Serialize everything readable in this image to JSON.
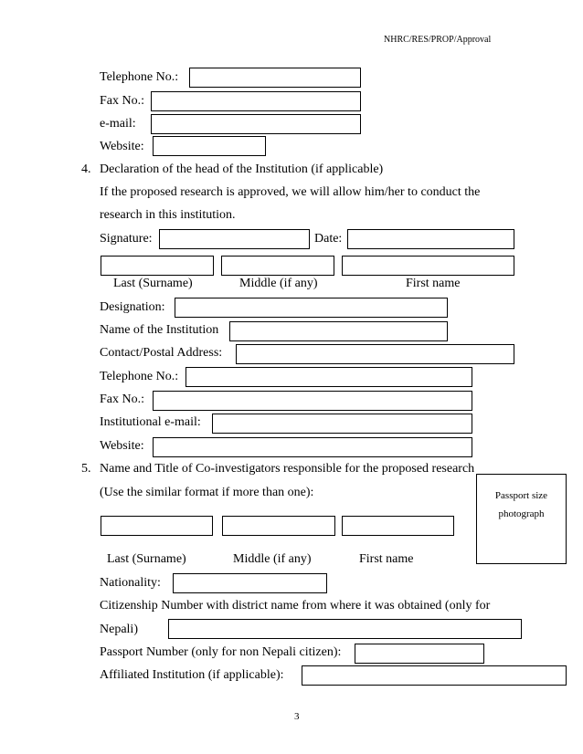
{
  "header": {
    "ref": "NHRC/RES/PROP/Approval"
  },
  "contact_top": {
    "telephone_label": "Telephone No.:",
    "fax_label": "Fax No.:",
    "email_label": "e-mail:",
    "website_label": "Website:"
  },
  "section4": {
    "number": "4.",
    "title": "Declaration of the head of the Institution  (if  applicable)",
    "line1": "If the proposed research is approved, we will allow him/her to conduct the",
    "line2": "research in this institution.",
    "signature_label": "Signature:",
    "date_label": "Date:",
    "name_parts": {
      "last": "Last (Surname)",
      "middle": "Middle (if any)",
      "first": "First name"
    },
    "designation_label": "Designation:",
    "institution_name_label": "Name of the Institution",
    "address_label": "Contact/Postal Address:",
    "telephone_label": "Telephone No.:",
    "fax_label": "Fax No.:",
    "inst_email_label": "Institutional e-mail:",
    "website_label": "Website:"
  },
  "section5": {
    "number": "5.",
    "title": "Name and Title of Co-investigators responsible for the proposed research",
    "subtitle": "(Use the similar format if more than one):",
    "photo_line1": "Passport size",
    "photo_line2": "photograph",
    "name_parts": {
      "last": "Last (Surname)",
      "middle": "Middle (if any)",
      "first": "First name"
    },
    "nationality_label": "Nationality:",
    "citizenship_line1": "Citizenship Number with district name from where it was obtained (only for",
    "citizenship_line2": "Nepali)",
    "passport_label": "Passport Number (only for non Nepali citizen):",
    "affiliated_label": "Affiliated Institution (if applicable):"
  },
  "footer": {
    "page_number": "3"
  }
}
